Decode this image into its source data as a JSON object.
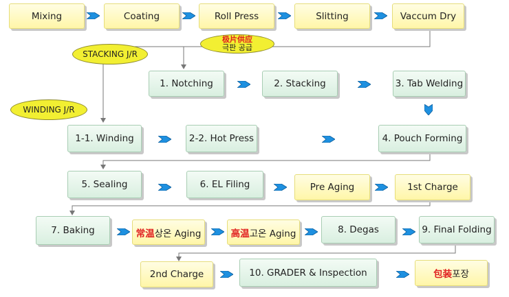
{
  "row1": {
    "mixing": "Mixing",
    "coating": "Coating",
    "roll_press": "Roll Press",
    "slitting": "Slitting",
    "vaccum_dry": "Vaccum Dry"
  },
  "labels": {
    "stacking_jr": "STACKING J/R",
    "winding_jr": "WINDING J/R",
    "supply_red": "极片供应",
    "supply_kr": "극판 공급"
  },
  "row2": {
    "notching": "1. Notching",
    "stacking": "2. Stacking",
    "tab_welding": "3. Tab Welding"
  },
  "row3": {
    "winding": "1-1. Winding",
    "hot_press": "2-2. Hot Press",
    "pouch_forming": "4. Pouch Forming"
  },
  "row4": {
    "sealing": "5. Sealing",
    "el_filing": "6. EL Filing",
    "pre_aging": "Pre Aging",
    "first_charge": "1st Charge"
  },
  "row5": {
    "baking": "7. Baking",
    "room_aging_red": "常温",
    "room_aging_kr": "상온 Aging",
    "high_aging_red": "高温",
    "high_aging_kr": "고온 Aging",
    "degas": "8. Degas",
    "final_folding": "9. Final Folding"
  },
  "row6": {
    "second_charge": "2nd Charge",
    "grader": "10. GRADER & Inspection",
    "packing_red": "包装",
    "packing_kr": "포장"
  },
  "colors": {
    "yellow_box": "#fff6a8",
    "green_box": "#d9efe0",
    "arrow": "#1e90e0",
    "oval": "#f2ef32",
    "red_text": "#e02020"
  }
}
